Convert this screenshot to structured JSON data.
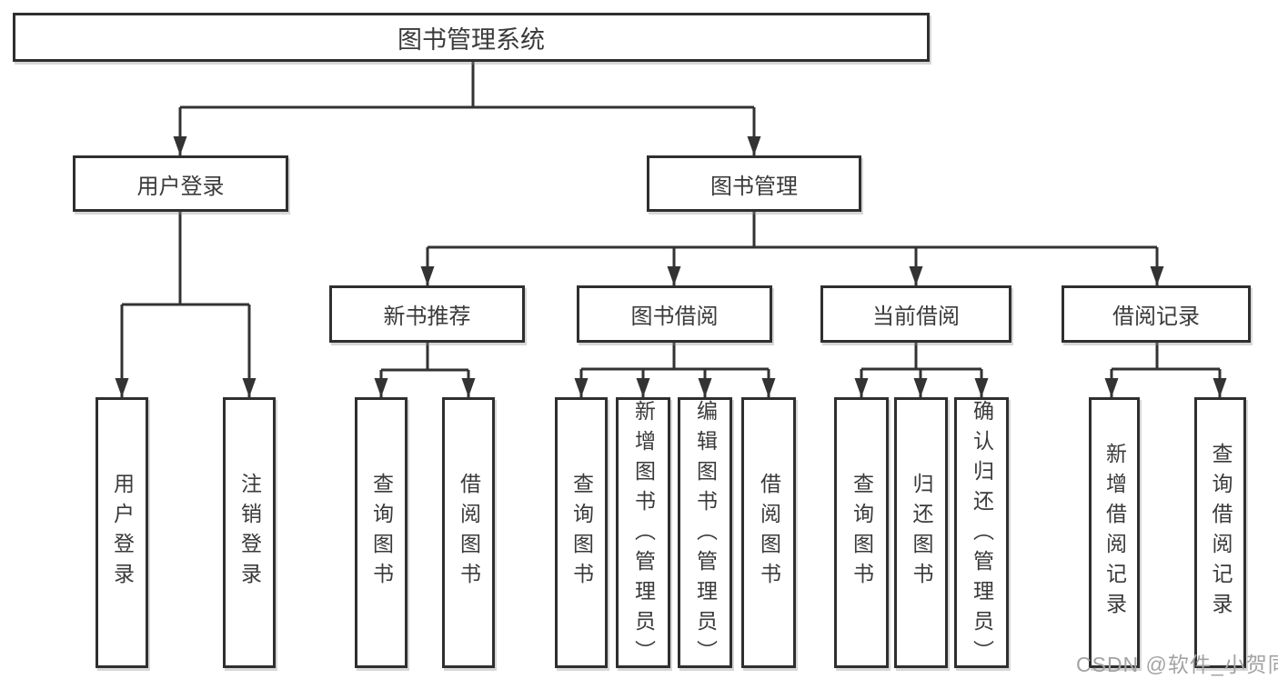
{
  "diagram": {
    "type": "hierarchy",
    "title": "图书管理系统",
    "nodes": {
      "root": {
        "label": "图书管理系统"
      },
      "user_login": {
        "label": "用户登录"
      },
      "book_mgmt": {
        "label": "图书管理"
      },
      "new_book_rec": {
        "label": "新书推荐"
      },
      "book_borrow": {
        "label": "图书借阅"
      },
      "current_borrow": {
        "label": "当前借阅"
      },
      "borrow_records": {
        "label": "借阅记录"
      },
      "leaf_user_login": {
        "label": "用户登录"
      },
      "leaf_logout": {
        "label": "注销登录"
      },
      "leaf_nbr_query": {
        "label": "查询图书"
      },
      "leaf_nbr_borrow": {
        "label": "借阅图书"
      },
      "leaf_bb_query": {
        "label": "查询图书"
      },
      "leaf_bb_add": {
        "label": "新增图书（管理员）"
      },
      "leaf_bb_edit": {
        "label": "编辑图书（管理员）"
      },
      "leaf_bb_borrow": {
        "label": "借阅图书"
      },
      "leaf_cb_query": {
        "label": "查询图书"
      },
      "leaf_cb_return": {
        "label": "归还图书"
      },
      "leaf_cb_confirm": {
        "label": "确认归还（管理员）"
      },
      "leaf_br_add": {
        "label": "新增借阅记录"
      },
      "leaf_br_query": {
        "label": "查询借阅记录"
      }
    },
    "edges": [
      {
        "from": "root",
        "to": [
          "user_login",
          "book_mgmt"
        ]
      },
      {
        "from": "user_login",
        "to": [
          "leaf_user_login",
          "leaf_logout"
        ]
      },
      {
        "from": "book_mgmt",
        "to": [
          "new_book_rec",
          "book_borrow",
          "current_borrow",
          "borrow_records"
        ]
      },
      {
        "from": "new_book_rec",
        "to": [
          "leaf_nbr_query",
          "leaf_nbr_borrow"
        ]
      },
      {
        "from": "book_borrow",
        "to": [
          "leaf_bb_query",
          "leaf_bb_add",
          "leaf_bb_edit",
          "leaf_bb_borrow"
        ]
      },
      {
        "from": "current_borrow",
        "to": [
          "leaf_cb_query",
          "leaf_cb_return",
          "leaf_cb_confirm"
        ]
      },
      {
        "from": "borrow_records",
        "to": [
          "leaf_br_add",
          "leaf_br_query"
        ]
      }
    ],
    "watermark": "CSDN @软件_小贺同学",
    "colors": {
      "line": "#333333",
      "box_border": "#2f2f2f",
      "text": "#3a3a3a",
      "watermark": "#a3a3a3",
      "background": "#ffffff"
    }
  }
}
